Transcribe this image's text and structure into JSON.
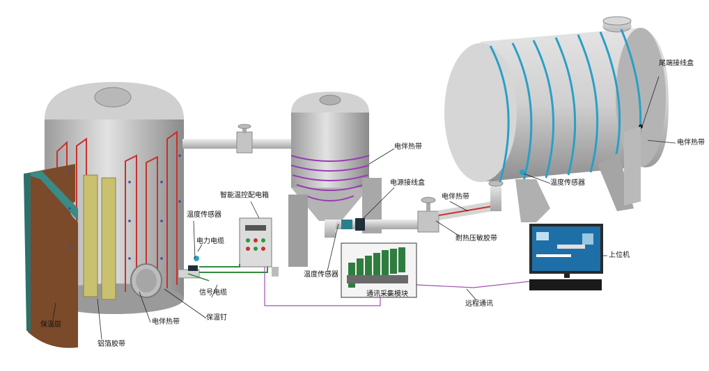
{
  "labels": {
    "insulation_layer": "保温层",
    "aluminum_tape": "铝箔胶带",
    "heat_tape_left": "电伴热带",
    "insulation_nail": "保温钉",
    "signal_cable": "信号电缆",
    "power_cable": "电力电缆",
    "temp_sensor_left": "温度传感器",
    "smart_box": "智能温控配电箱",
    "heat_tape_mid": "电伴热带",
    "power_junction_box": "电源接线盒",
    "temp_sensor_mid": "温度传感器",
    "comm_module": "通讯采集模块",
    "heat_tape_pipe": "电伴热带",
    "pressure_tape": "耐热压敏胶带",
    "temp_sensor_right": "温度传感器",
    "host_pc": "上位机",
    "remote_comm": "远程通讯",
    "end_junction_box": "尾端接线盒",
    "heat_tape_right": "电伴热带"
  },
  "colors": {
    "tank": "#c9c9c9",
    "tank_shadow": "#8f8f8f",
    "heat_tape_red": "#c8302a",
    "heat_tape_blue": "#2a9fc6",
    "heat_tape_purple": "#9a3ab5",
    "insulation_teal": "#3a8a85",
    "insulation_brown": "#7a4a2a",
    "aluminum_yellow": "#c9c070",
    "cable_green": "#2e8b3a",
    "comm_purple": "#a050b0",
    "screen_blue": "#1e6fa8"
  }
}
